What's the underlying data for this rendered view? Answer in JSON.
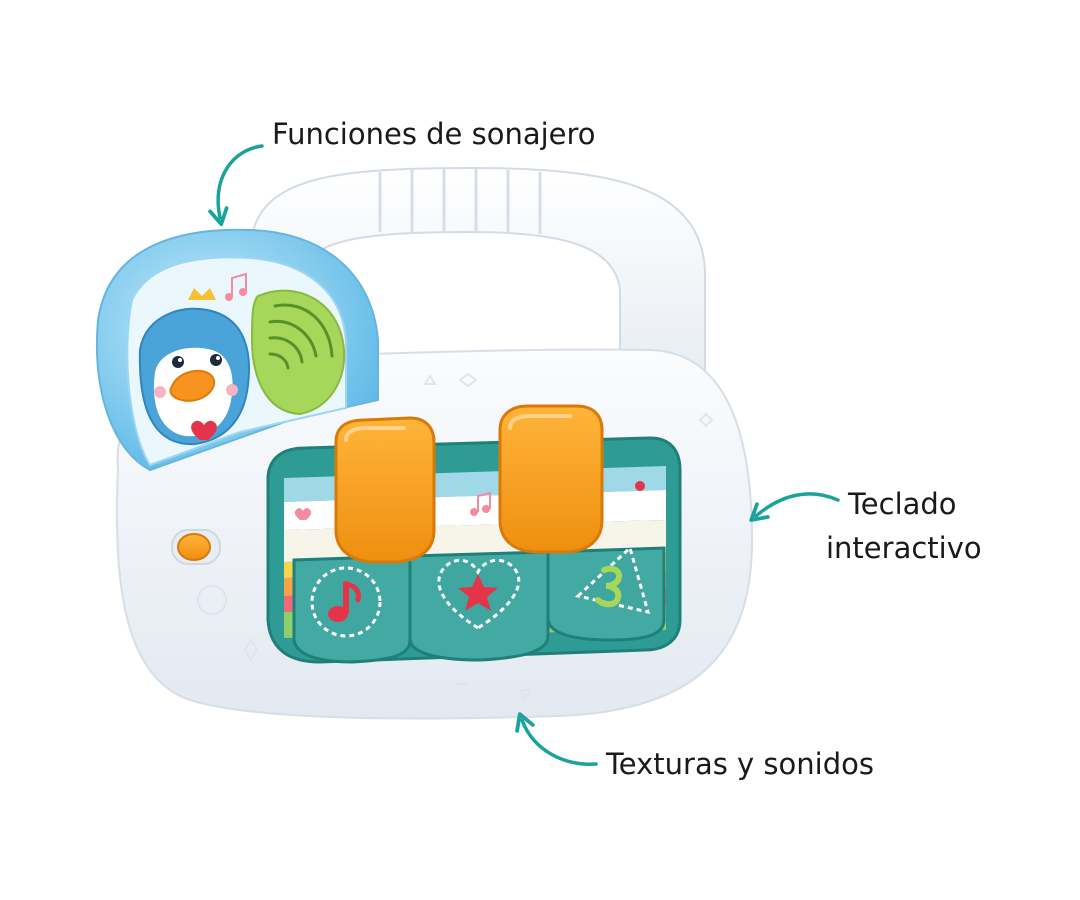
{
  "callouts": {
    "rattle": "Funciones de sonajero",
    "keyboard_line1": "Teclado",
    "keyboard_line2": "interactivo",
    "textures": "Texturas y sonidos"
  },
  "colors": {
    "arrow": "#1aa39a",
    "body": "#f4f7fb",
    "blue": "#6cc3ea",
    "orange": "#f8a21b",
    "teal_key": "#3aa7a0",
    "speaker_green": "#a6d65a"
  },
  "icons": [
    "penguin",
    "speaker-grille",
    "music-note",
    "heart",
    "star",
    "triangle"
  ]
}
